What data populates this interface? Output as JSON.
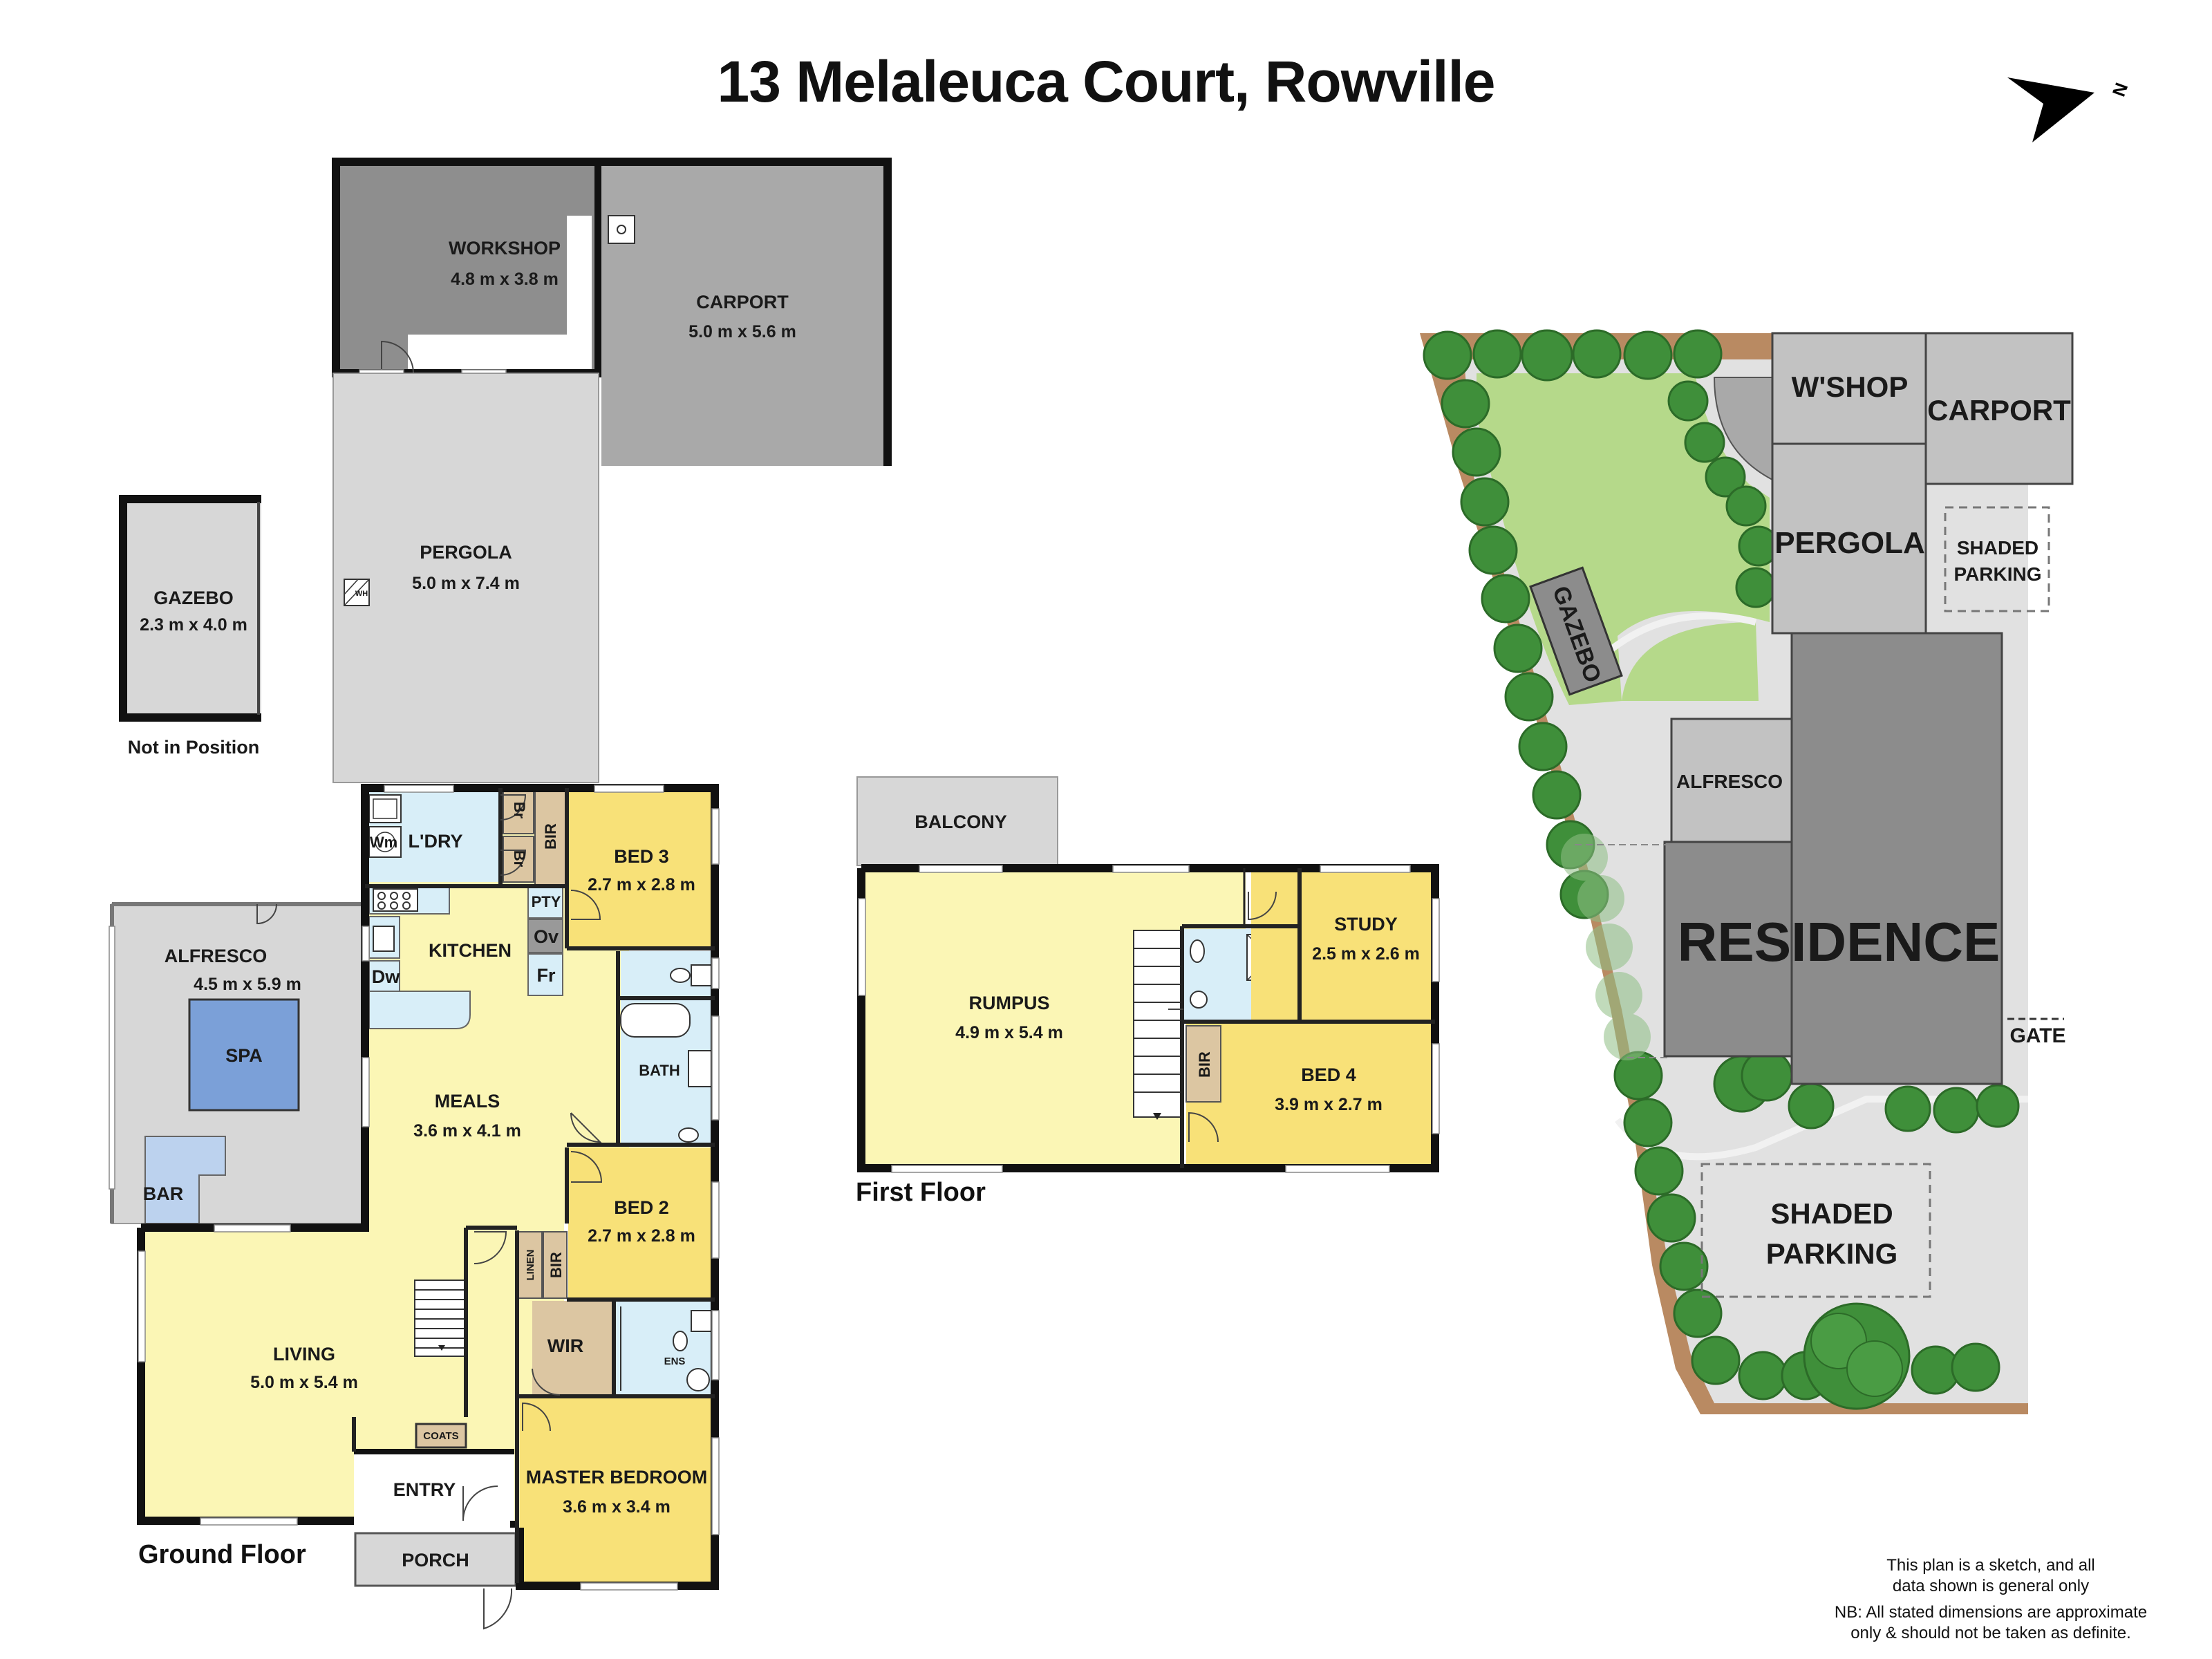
{
  "title": "13 Melaleuca Court, Rowville",
  "floors": {
    "ground": "Ground Floor",
    "first": "First Floor"
  },
  "rooms": {
    "workshop": {
      "name": "WORKSHOP",
      "dim": "4.8 m x 3.8 m"
    },
    "carport": {
      "name": "CARPORT",
      "dim": "5.0 m x 5.6 m"
    },
    "pergola": {
      "name": "PERGOLA",
      "dim": "5.0 m x 7.4 m"
    },
    "gazebo": {
      "name": "GAZEBO",
      "dim": "2.3 m x 4.0 m",
      "note": "Not in Position"
    },
    "alfresco": {
      "name": "ALFRESCO",
      "dim": "4.5 m x 5.9 m"
    },
    "spa": {
      "name": "SPA"
    },
    "bar": {
      "name": "BAR"
    },
    "laundry": {
      "name": "L'DRY"
    },
    "wm": {
      "name": "Wm"
    },
    "br1": {
      "name": "Br"
    },
    "br2": {
      "name": "Br"
    },
    "bir_bed3": {
      "name": "BIR"
    },
    "bed3": {
      "name": "BED 3",
      "dim": "2.7 m x 2.8 m"
    },
    "kitchen": {
      "name": "KITCHEN"
    },
    "pty": {
      "name": "PTY"
    },
    "ov": {
      "name": "Ov"
    },
    "fr": {
      "name": "Fr"
    },
    "dw": {
      "name": "Dw"
    },
    "bath": {
      "name": "BATH"
    },
    "meals": {
      "name": "MEALS",
      "dim": "3.6 m x 4.1 m"
    },
    "bed2": {
      "name": "BED 2",
      "dim": "2.7 m x 2.8 m"
    },
    "linen": {
      "name": "LINEN"
    },
    "bir_bed2": {
      "name": "BIR"
    },
    "wir": {
      "name": "WIR"
    },
    "ens": {
      "name": "ENS"
    },
    "living": {
      "name": "LIVING",
      "dim": "5.0 m x 5.4 m"
    },
    "coats": {
      "name": "COATS"
    },
    "entry": {
      "name": "ENTRY"
    },
    "master": {
      "name": "MASTER BEDROOM",
      "dim": "3.6 m x 3.4 m"
    },
    "porch": {
      "name": "PORCH"
    },
    "wh": {
      "name": "WH"
    },
    "balcony": {
      "name": "BALCONY"
    },
    "rumpus": {
      "name": "RUMPUS",
      "dim": "4.9 m x 5.4 m"
    },
    "study": {
      "name": "STUDY",
      "dim": "2.5 m x 2.6 m"
    },
    "bir_bed4": {
      "name": "BIR"
    },
    "bed4": {
      "name": "BED 4",
      "dim": "3.9 m x 2.7 m"
    }
  },
  "site": {
    "wshop": "W'SHOP",
    "carport": "CARPORT",
    "pergola": "PERGOLA",
    "shaded_parking_1": [
      "SHADED",
      "PARKING"
    ],
    "gazebo": "GAZEBO",
    "alfresco": "ALFRESCO",
    "residence": "RESIDENCE",
    "gate": "GATE",
    "shaded_parking_2": [
      "SHADED",
      "PARKING"
    ]
  },
  "compass": {
    "label": "N"
  },
  "disclaimer": {
    "line1": "This plan is a sketch, and all",
    "line2": "data shown is general only",
    "line3": "NB: All stated dimensions are approximate",
    "line4": "only & should not be taken as definite."
  },
  "colors": {
    "wall": "#111111",
    "grey_outbuilding": "#a9a9a9",
    "workshop": "#8e8e8e",
    "pergola": "#d7d7d7",
    "bedroom": "#f8e178",
    "living": "#fbf6b5",
    "wet_area": "#d8eef8",
    "robe": "#dcc6a2",
    "spa": "#7ba0d8",
    "lawn": "#b5d98a",
    "residence": "#8c8c8c",
    "tree": "#3f8f3a"
  }
}
